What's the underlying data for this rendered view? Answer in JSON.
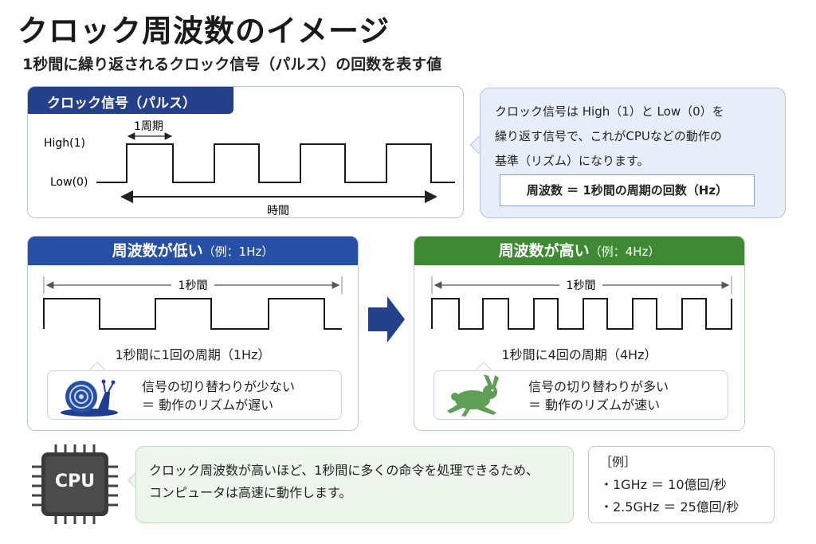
{
  "title": "クロック周波数のイメージ",
  "subtitle": "1秒間に繰り返されるクロック信号（パルス）の回数を表す値",
  "clock_signal": {
    "header": "クロック信号（パルス）",
    "high_label": "High(1)",
    "low_label": "Low(0)",
    "period_label": "1周期",
    "time_label": "時間"
  },
  "explanation": {
    "line1": "クロック信号は High（1）と Low（0）を",
    "line2": "繰り返す信号で、これがCPUなどの動作の",
    "line3": "基準（リズム）になります。",
    "formula": "周波数 ＝ 1秒間の周期の回数（Hz）"
  },
  "low_freq": {
    "title": "周波数が低い",
    "example": "（例：1Hz）",
    "span_label": "1秒間",
    "cycles": 1,
    "period_text": "1秒間に1回の周期（1Hz）",
    "note_line1": "信号の切り替わりが少ない",
    "note_line2": "＝ 動作のリズムが遅い",
    "icon": "snail-icon"
  },
  "high_freq": {
    "title": "周波数が高い",
    "example": "（例：4Hz）",
    "span_label": "1秒間",
    "cycles": 4,
    "period_text": "1秒間に4回の周期（4Hz）",
    "note_line1": "信号の切り替わりが多い",
    "note_line2": "＝ 動作のリズムが速い",
    "icon": "rabbit-icon"
  },
  "cpu": {
    "label": "CPU",
    "line1": "クロック周波数が高いほど、1秒間に多くの命令を処理できるため、",
    "line2": "コンピュータは高速に動作します。"
  },
  "examples": {
    "heading": "［例］",
    "item1": "・1GHz ＝ 10億回/秒",
    "item2": "・2.5GHz ＝ 25億回/秒"
  },
  "colors": {
    "navy": "#24408a",
    "blue": "#2550a6",
    "green": "#3e8a32",
    "light_blue_bg": "#e8eef9",
    "light_green_bg": "#eef5ec"
  }
}
